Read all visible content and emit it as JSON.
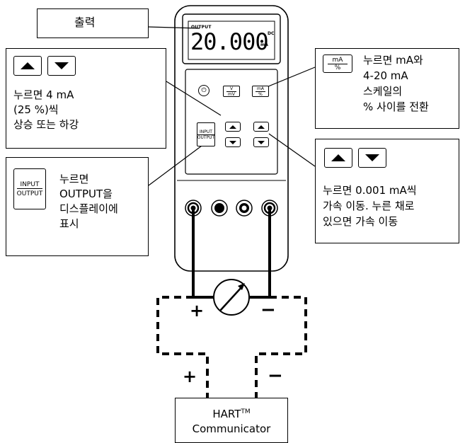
{
  "display": {
    "mode_label": "OUTPUT",
    "reading": "20.000",
    "unit": "mA",
    "dc_label": "DC"
  },
  "device_buttons": {
    "power_symbol": "⏻",
    "v_mv_top": "V",
    "v_mv_bottom": "mV",
    "ma_pct_top": "mA",
    "ma_pct_bottom": "%",
    "input_label": "INPUT",
    "output_label": "OUTPUT"
  },
  "callouts": {
    "output": {
      "text": "출력"
    },
    "step": {
      "lines": [
        "누르면 4 mA",
        "(25 %)씩",
        "상승 또는 하강"
      ]
    },
    "toggle": {
      "icon_top": "mA",
      "icon_bottom": "%",
      "lines": [
        "누르면 mA와",
        "4-20 mA",
        "스케일의",
        "% 사이를 전환"
      ]
    },
    "input_output": {
      "icon_top": "INPUT",
      "icon_bottom": "OUTPUT",
      "lines": [
        "누르면",
        "OUTPUT을",
        "디스플레이에",
        "표시"
      ]
    },
    "fine": {
      "lines": [
        "누르면 0.001 mA씩",
        "가속 이동. 누른 채로",
        "있으면 가속 이동"
      ]
    }
  },
  "circuit": {
    "plus_upper": "+",
    "minus_upper": "−",
    "plus_lower": "+",
    "minus_lower": "−",
    "communicator_line1": "HART",
    "communicator_tm": "TM",
    "communicator_line2": "Communicator"
  }
}
